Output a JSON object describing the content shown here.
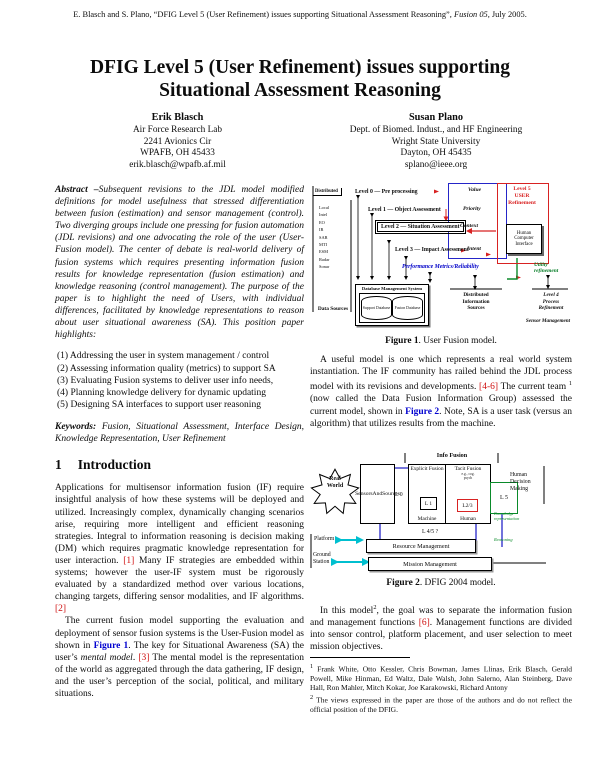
{
  "colors": {
    "citation_red": "#cf1010",
    "figure_ref_blue": "#0000cf",
    "diagram_blue": "#2525c8",
    "diagram_red": "#d82222",
    "diagram_green": "#0a8a2a",
    "cyan_arrow": "#00bfcf",
    "perf_blue": "#0000c8"
  },
  "header": {
    "segments": [
      {
        "t": "E. Blasch and S. Plano, “DFIG Level 5 (User Refinement) issues supporting Situational Assessment Reasoning”, "
      },
      {
        "s": "i",
        "t": "Fusion 05"
      },
      {
        "t": ", July 2005."
      }
    ]
  },
  "title": "DFIG Level 5 (User Refinement) issues supporting Situational Assessment Reasoning",
  "authors": [
    {
      "name": "Erik Blasch",
      "lines": [
        "Air Force Research Lab",
        "2241 Avionics Cir",
        "WPAFB, OH 45433",
        "erik.blasch@wpafb.af.mil"
      ]
    },
    {
      "name": "Susan Plano",
      "lines": [
        "Dept. of Biomed. Indust., and HF Engineering",
        "Wright State University",
        "Dayton, OH 45435",
        "splano@ieee.org"
      ]
    }
  ],
  "abstract": {
    "segments": [
      {
        "s": "b",
        "t": "Abstract –"
      },
      {
        "t": "Subsequent revisions to the JDL model modified definitions for model usefulness that stressed differentiation between fusion (estimation) and sensor management (control). Two diverging groups include one pressing for fusion automation (JDL revisions) and one advocating the role of the user (User-Fusion model). The center of debate is real-world delivery of fusion systems which requires presenting information fusion results for knowledge representation (fusion estimation) and knowledge reasoning (control management). The purpose of the paper is to highlight the need of Users, with individual differences, facilitated by knowledge representations to reason about user situational awareness (SA). This position paper highlights:"
      }
    ]
  },
  "highlights": [
    "(1) Addressing the user in system management / control",
    "(2) Assessing information quality (metrics) to support SA",
    "(3) Evaluating Fusion systems to deliver user info needs,",
    "(4) Planning knowledge delivery for dynamic updating",
    "(5) Designing SA interfaces to support user reasoning"
  ],
  "keywords": {
    "segments": [
      {
        "s": "b",
        "t": "Keywords:  "
      },
      {
        "t": "Fusion, Situational Assessment, Interface Design, Knowledge Representation, User Refinement"
      }
    ]
  },
  "section1": {
    "number": "1",
    "title": "Introduction",
    "p1": {
      "segments": [
        {
          "t": "Applications for multisensor information fusion (IF) require insightful analysis of how these systems will be deployed and utilized. Increasingly complex, dynamically changing scenarios arise, requiring more intelligent and efficient reasoning strategies. Integral to information reasoning is decision making (DM) which requires pragmatic knowledge representation for user interaction. "
        },
        {
          "s": "cite",
          "t": "[1]"
        },
        {
          "t": " Many IF strategies are embedded within systems; however the user-IF system must be rigorously evaluated by a standardized method over various locations, changing targets, differing sensor modalities, and IF algorithms. "
        },
        {
          "s": "cite",
          "t": "[2]"
        }
      ]
    },
    "p2": {
      "segments": [
        {
          "t": "The current fusion model supporting the evaluation and deployment of sensor fusion systems is the User-Fusion model as shown in "
        },
        {
          "s": "figref",
          "t": "Figure 1"
        },
        {
          "t": ". The key for Situational Awareness (SA) the user’s "
        },
        {
          "s": "i",
          "t": "mental model"
        },
        {
          "t": ". "
        },
        {
          "s": "cite",
          "t": "[3]"
        },
        {
          "t": "  The mental model is the representation of the world as aggregated through the data gathering, IF design, and the user’s perception of the social, political, and military situations."
        }
      ]
    }
  },
  "right": {
    "p1": {
      "segments": [
        {
          "t": "A useful model is one which represents a real world system instantiation. The IF community has railed behind the JDL process model with its revisions and developments. "
        },
        {
          "s": "cite",
          "t": "[4-6]"
        },
        {
          "t": "  The current team "
        },
        {
          "s": "sup",
          "t": "1"
        },
        {
          "t": " (now called the Data Fusion Information Group) assessed the current model, shown in "
        },
        {
          "s": "figref",
          "t": "Figure 2"
        },
        {
          "t": ". Note, SA is a user task (versus an algorithm) that utilizes results from the machine."
        }
      ]
    },
    "p2": {
      "segments": [
        {
          "t": "In this model"
        },
        {
          "s": "sup",
          "t": "2"
        },
        {
          "t": ", the goal was to separate the information fusion and management functions "
        },
        {
          "s": "cite",
          "t": "[6]"
        },
        {
          "t": ". Management functions are divided into sensor control, platform placement, and user selection to meet mission objectives."
        }
      ]
    }
  },
  "figure1": {
    "caption_label": "Figure 1",
    "caption_text": ". User Fusion model.",
    "distributed": "Distributed",
    "sources": [
      "Local",
      "Intel",
      "EO",
      "IR",
      "SAR",
      "MTI",
      "ESM",
      "Radar",
      "Sonar"
    ],
    "data_sources": "Data Sources",
    "level0": "Level 0 — Pre processing",
    "level1": "Level 1 — Object Assessment",
    "level2": "Level 2 — Situation Assessment",
    "level3": "Level 3 — Impact Assessment",
    "performance": "Performance Metrics/Reliability",
    "value": "Value",
    "priority": "Priority",
    "context": "Context",
    "intent": "Intent",
    "level5": [
      "Level 5",
      "USER",
      "Refinement"
    ],
    "hci": "Human Computer Interface",
    "utility": [
      "Utility",
      "refinement"
    ],
    "dbms_title": "Database Management System",
    "db1": "Support Database",
    "db2": "Fusion Database",
    "dis": [
      "Distributed",
      "Information",
      "Sources"
    ],
    "level4": [
      "Level 4",
      "Process",
      "Refinement"
    ],
    "sensor_mgmt": "Sensor Management"
  },
  "figure2": {
    "caption_label": "Figure 2",
    "caption_text": ". DFIG 2004 model.",
    "real_world": [
      "Real",
      "World"
    ],
    "sensors": [
      "Sensors",
      "And",
      "Sources"
    ],
    "l0": "L 0",
    "info_fusion": "Info Fusion",
    "explicit": "Explicit Fusion",
    "l1": "L 1",
    "machine": "Machine",
    "tacit": "Tacit Fusion",
    "tacit_note": [
      "e.g., cog.",
      "psych"
    ],
    "l23": "L2/3",
    "human": "Human",
    "l5": "L 5",
    "human_dm": [
      "Human",
      "Decision",
      "Making"
    ],
    "knowledge": [
      "Knowledge",
      "representation"
    ],
    "l45": "L 4/5 ?",
    "platform": "Platform",
    "ground": [
      "Ground",
      "Station"
    ],
    "resource": "Resource Management",
    "mission": "Mission Management",
    "reasoning": "Reasoning"
  },
  "footnotes": {
    "f1": {
      "segments": [
        {
          "s": "sup",
          "t": "1"
        },
        {
          "t": " Frank White, Otto Kessler, Chris Bowman, James Llinas, Erik Blasch, Gerald Powell, Mike Hinman, Ed Waltz, Dale Walsh, John Salerno, Alan Steinberg, Dave Hall, Ron Mahler, Mitch Kokar, Joe Karakowski, Richard Antony"
        }
      ]
    },
    "f2": {
      "segments": [
        {
          "s": "sup",
          "t": "2"
        },
        {
          "t": " The views expressed in the paper are those of the authors and do not reflect the official position of the DFIG."
        }
      ]
    }
  }
}
